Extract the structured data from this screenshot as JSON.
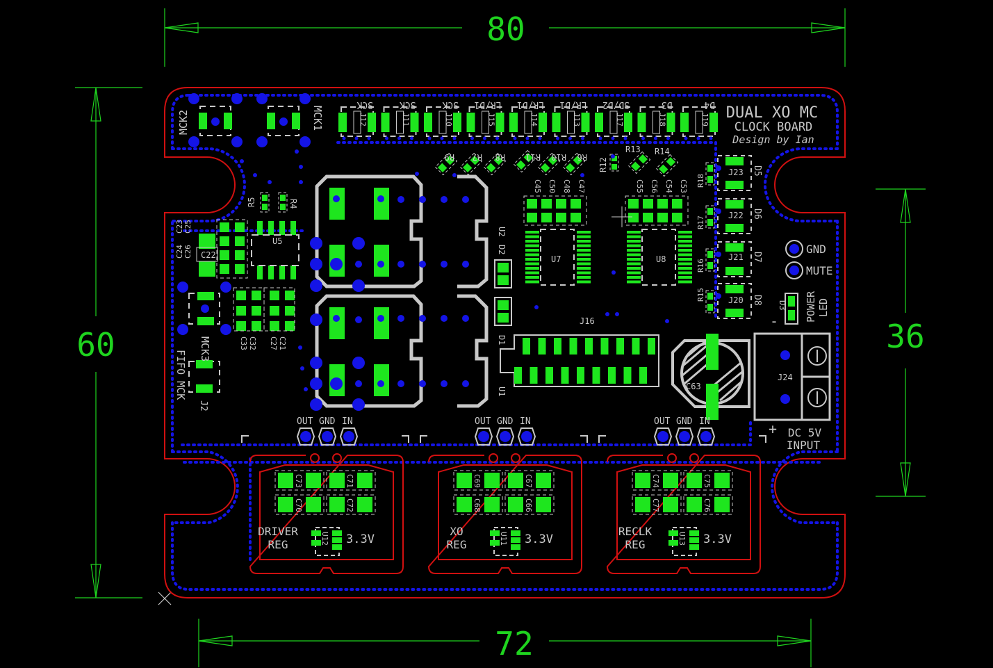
{
  "colors": {
    "background": "#000000",
    "outline": "#d01010",
    "pad": "#1ee61e",
    "via": "#1414e6",
    "silk": "#c8c8c8",
    "dimension": "#1fd41f"
  },
  "dimensions": {
    "top": "80",
    "left": "60",
    "right": "36",
    "bottom": "72"
  },
  "board": {
    "title": "DUAL XO MC",
    "subtitle": "CLOCK BOARD",
    "credit": "Design by Ian"
  },
  "top_connectors": [
    "SCK",
    "SCK",
    "SCK",
    "LR/D1",
    "LR/D1",
    "LR/D1",
    "SD/D2",
    "D3",
    "D4"
  ],
  "top_connector_refs": [
    "J12",
    "J11",
    "J10",
    "J15",
    "J14",
    "J13",
    "J17",
    "J18",
    "J19"
  ],
  "mck": {
    "left": "MCK2",
    "right": "MCK1",
    "mck3": "MCK3",
    "fifo": "FIFO MCK",
    "j2": "J2"
  },
  "resistors": {
    "r9": "R9",
    "r7": "R7",
    "r8": "R8",
    "r11": "R11",
    "r10": "R10",
    "r6": "R6",
    "r12": "R12",
    "r13": "R13",
    "r14": "R14",
    "r5": "R5",
    "r4": "R4",
    "r18": "R18",
    "r17": "R17",
    "r16": "R16",
    "r15": "R15"
  },
  "caps_u7": [
    "C45",
    "C50",
    "C48",
    "C47"
  ],
  "caps_u8": [
    "C55",
    "C56",
    "C54",
    "C53"
  ],
  "caps_left": [
    "C23",
    "C25",
    "C24",
    "C26"
  ],
  "caps_mid": [
    "C33",
    "C32",
    "C27",
    "C21"
  ],
  "ic": {
    "u5": "U5",
    "u2": "U2",
    "u1": "U1",
    "u7": "U7",
    "u8": "U8",
    "d1": "D1",
    "d2": "D2",
    "j16": "J16",
    "c22": "C22",
    "c63": "C63",
    "j24": "J24"
  },
  "right_header": {
    "jrefs": [
      "J23",
      "J22",
      "J21",
      "J20"
    ],
    "drefs": [
      "D5",
      "D6",
      "D7",
      "D8"
    ]
  },
  "status": {
    "gnd": "GND",
    "mute": "MUTE",
    "power": "POWER",
    "led": "LED",
    "d3": "D3"
  },
  "power_input": {
    "line1": "DC 5V",
    "line2": "INPUT",
    "minus": "-",
    "plus": "+"
  },
  "pin_labels": {
    "out": "OUT",
    "gnd": "GND",
    "in": "IN"
  },
  "regulators": [
    {
      "name1": "DRIVER",
      "name2": "REG",
      "ref": "U12",
      "voltage": "3.3V",
      "caps": [
        "C73",
        "C71",
        "C70",
        "C72"
      ]
    },
    {
      "name1": "XO",
      "name2": "REG",
      "ref": "U11",
      "voltage": "3.3V",
      "caps": [
        "C69",
        "C67",
        "C68",
        "C66"
      ]
    },
    {
      "name1": "RECLK",
      "name2": "REG",
      "ref": "U13",
      "voltage": "3.3V",
      "caps": [
        "C74",
        "C75",
        "C77",
        "C76"
      ]
    }
  ]
}
